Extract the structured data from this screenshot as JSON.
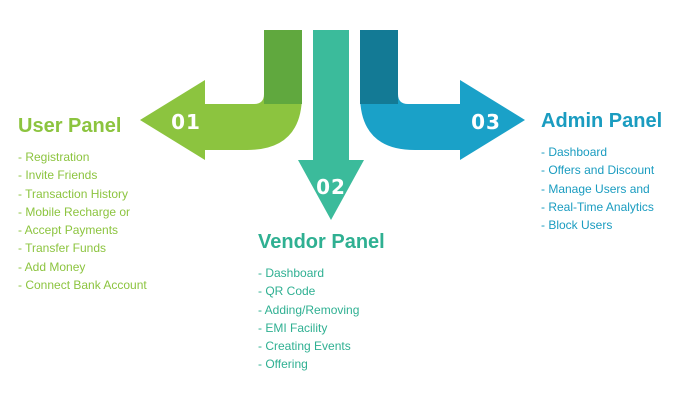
{
  "colors": {
    "user_light": "#8cc43f",
    "user_dark": "#60a83e",
    "vendor": "#3bbb9b",
    "admin_light": "#1aa1c8",
    "admin_dark": "#137a95"
  },
  "arrows": [
    {
      "number": "01",
      "target": "user"
    },
    {
      "number": "02",
      "target": "vendor"
    },
    {
      "number": "03",
      "target": "admin"
    }
  ],
  "user_panel": {
    "title": "User Panel",
    "items": [
      "- Registration",
      "- Invite Friends",
      "- Transaction History",
      "- Mobile Recharge or",
      "- Accept Payments",
      "- Transfer Funds",
      "- Add Money",
      "- Connect Bank Account"
    ]
  },
  "vendor_panel": {
    "title": "Vendor Panel",
    "items": [
      "- Dashboard",
      "- QR Code",
      "- Adding/Removing",
      "- EMI Facility",
      "- Creating Events",
      "- Offering"
    ]
  },
  "admin_panel": {
    "title": "Admin Panel",
    "items": [
      "- Dashboard",
      "- Offers and Discount",
      "- Manage Users and",
      "- Real-Time Analytics",
      "- Block Users"
    ]
  }
}
